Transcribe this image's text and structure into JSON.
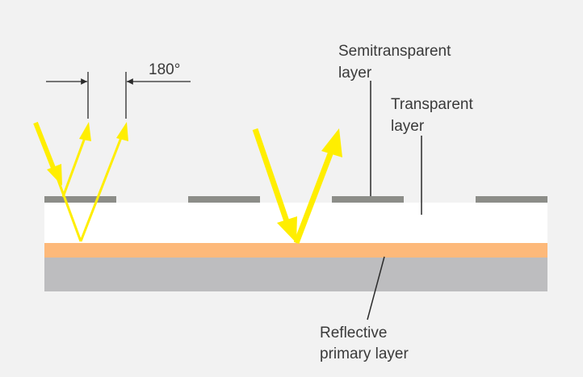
{
  "labels": {
    "phase": "180°",
    "semitransparent_line1": "Semitransparent",
    "semitransparent_line2": "layer",
    "transparent_line1": "Transparent",
    "transparent_line2": "layer",
    "reflective_line1": "Reflective",
    "reflective_line2": "primary layer"
  },
  "colors": {
    "background": "#f2f2f2",
    "transparent_layer": "#ffffff",
    "reflective_layer": "#fdb97a",
    "substrate": "#bdbdbf",
    "semitransparent_segment": "#8c8d88",
    "ray": "#ffee00",
    "leader": "#2b2b2b"
  }
}
